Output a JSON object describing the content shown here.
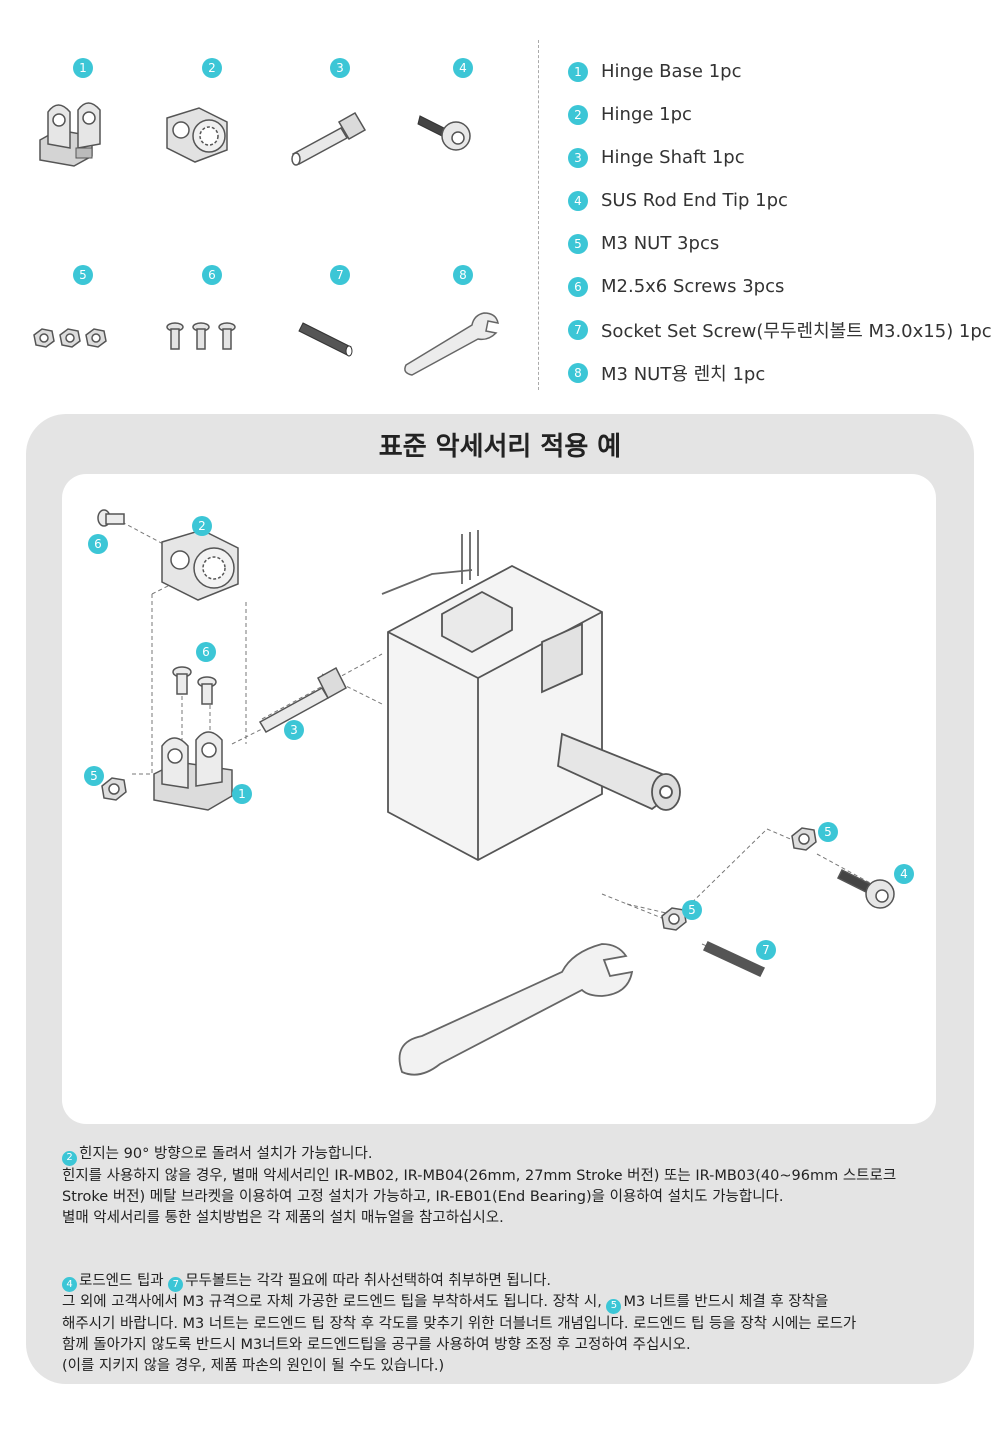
{
  "parts_grid": [
    {
      "num": "1",
      "icon": "hinge-base-icon"
    },
    {
      "num": "2",
      "icon": "hinge-icon"
    },
    {
      "num": "3",
      "icon": "hinge-shaft-icon"
    },
    {
      "num": "4",
      "icon": "rod-end-tip-icon"
    },
    {
      "num": "5",
      "icon": "m3-nut-icon"
    },
    {
      "num": "6",
      "icon": "screws-icon"
    },
    {
      "num": "7",
      "icon": "set-screw-icon"
    },
    {
      "num": "8",
      "icon": "wrench-icon"
    }
  ],
  "parts_list": [
    {
      "num": "1",
      "label": "Hinge Base 1pc"
    },
    {
      "num": "2",
      "label": "Hinge 1pc"
    },
    {
      "num": "3",
      "label": "Hinge Shaft 1pc"
    },
    {
      "num": "4",
      "label": "SUS Rod End Tip 1pc"
    },
    {
      "num": "5",
      "label": "M3 NUT 3pcs"
    },
    {
      "num": "6",
      "label": "M2.5x6 Screws 3pcs"
    },
    {
      "num": "7",
      "label": "Socket Set Screw(무두렌치볼트 M3.0x15) 1pc"
    },
    {
      "num": "8",
      "label": "M3 NUT용 렌치 1pc"
    }
  ],
  "panel": {
    "title": "표준 악세서리 적용 예",
    "diagram_labels": {
      "six_top": "6",
      "two": "2",
      "six_mid": "6",
      "three": "3",
      "five_left": "5",
      "one": "1",
      "five_right": "5",
      "four": "4",
      "five_bottom": "5",
      "seven": "7"
    }
  },
  "notes": {
    "block1": {
      "badge": "2",
      "line1": "힌지는 90° 방향으로 돌려서 설치가 가능합니다.",
      "line2": "힌지를 사용하지 않을 경우, 별매 악세서리인 IR-MB02, IR-MB04(26mm, 27mm Stroke 버전) 또는 IR-MB03(40~96mm 스트로크",
      "line3": "Stroke 버전)  메탈 브라켓을 이용하여 고정 설치가 가능하고, IR-EB01(End Bearing)을 이용하여 설치도 가능합니다.",
      "line4": "별매 악세서리를 통한 설치방법은 각 제품의 설치 매뉴얼을 참고하십시오."
    },
    "block2": {
      "badge_a": "4",
      "text_a": "로드엔드 팁과 ",
      "badge_b": "7",
      "text_b": "무두볼트는 각각 필요에 따라 취사선택하여 취부하면 됩니다.",
      "line2_a": "그 외에 고객사에서 M3 규격으로 자체 가공한 로드엔드 팁을 부착하셔도 됩니다. 장착 시, ",
      "badge_c": "5",
      "line2_b": "M3 너트를 반드시 체결 후 장착을",
      "line3": "해주시기 바랍니다. M3 너트는 로드엔드 팁 장착 후 각도를 맞추기 위한 더블너트 개념입니다. 로드엔드 팁 등을 장착 시에는 로드가",
      "line4": "함께 돌아가지 않도록 반드시 M3너트와 로드엔드팁을 공구를 사용하여 방향 조정 후 고정하여 주십시오.",
      "line5": "(이를 지키지 않을 경우, 제품 파손의 원인이 될 수도 있습니다.)"
    }
  }
}
